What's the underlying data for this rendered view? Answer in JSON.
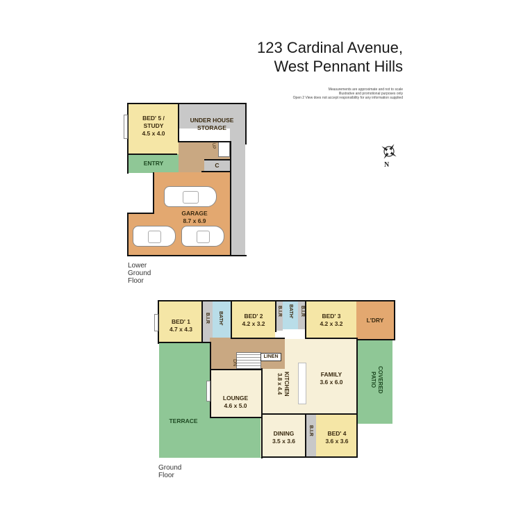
{
  "header": {
    "address_line1": "123 Cardinal Avenue,",
    "address_line2": "West Pennant Hills",
    "disclaimer": [
      "Measurements are approximate and not to scale",
      "Illustrative and promotional purposes only",
      "Open 2 View does not accept responsibility for any information supplied"
    ]
  },
  "compass": {
    "icon": "compass-rose-icon",
    "north_label": "N"
  },
  "colors": {
    "bedroom": "#f5e6a6",
    "living": "#f7f0d8",
    "hallway": "#c9a882",
    "garage": "#e3a870",
    "storage": "#c8c8c8",
    "outdoor": "#8fc796",
    "bath": "#b9dde8",
    "laundry": "#e3a870",
    "wall": "#111111"
  },
  "lower_ground_floor": {
    "label": "Lower Ground Floor",
    "rooms": [
      {
        "id": "bed5",
        "name": "BED' 5 /\nSTUDY",
        "dims": "4.5 x 4.0"
      },
      {
        "id": "storage",
        "name": "UNDER HOUSE\nSTORAGE",
        "dims": ""
      },
      {
        "id": "entry",
        "name": "ENTRY",
        "dims": ""
      },
      {
        "id": "cupboard",
        "name": "C",
        "dims": ""
      },
      {
        "id": "stairs_up",
        "name": "UP",
        "dims": ""
      },
      {
        "id": "garage",
        "name": "GARAGE",
        "dims": "8.7 x 6.9"
      }
    ]
  },
  "ground_floor": {
    "label": "Ground Floor",
    "rooms": [
      {
        "id": "bed1",
        "name": "BED' 1",
        "dims": "4.7 x 4.3"
      },
      {
        "id": "bir1",
        "name": "B.I.R",
        "dims": ""
      },
      {
        "id": "bath1",
        "name": "BATH'",
        "dims": ""
      },
      {
        "id": "bed2",
        "name": "BED' 2",
        "dims": "4.2 x 3.2"
      },
      {
        "id": "bir2",
        "name": "B.I.R",
        "dims": ""
      },
      {
        "id": "bath2",
        "name": "BATH'",
        "dims": ""
      },
      {
        "id": "bir3",
        "name": "B.I.R",
        "dims": ""
      },
      {
        "id": "bed3",
        "name": "BED' 3",
        "dims": "4.2 x 3.2"
      },
      {
        "id": "laundry",
        "name": "L'DRY",
        "dims": ""
      },
      {
        "id": "linen",
        "name": "LINEN",
        "dims": ""
      },
      {
        "id": "stairs_down",
        "name": "DN",
        "dims": ""
      },
      {
        "id": "kitchen",
        "name": "KITCHEN",
        "dims": "3.8 x 4.4"
      },
      {
        "id": "family",
        "name": "FAMILY",
        "dims": "3.6 x 6.0"
      },
      {
        "id": "covered_patio",
        "name": "COVERED\nPATIO",
        "dims": ""
      },
      {
        "id": "lounge",
        "name": "LOUNGE",
        "dims": "4.6 x 5.0"
      },
      {
        "id": "terrace",
        "name": "TERRACE",
        "dims": ""
      },
      {
        "id": "dining",
        "name": "DINING",
        "dims": "3.5 x 3.6"
      },
      {
        "id": "bir4",
        "name": "B.I.R",
        "dims": ""
      },
      {
        "id": "bed4",
        "name": "BED' 4",
        "dims": "3.6 x 3.6"
      }
    ]
  }
}
